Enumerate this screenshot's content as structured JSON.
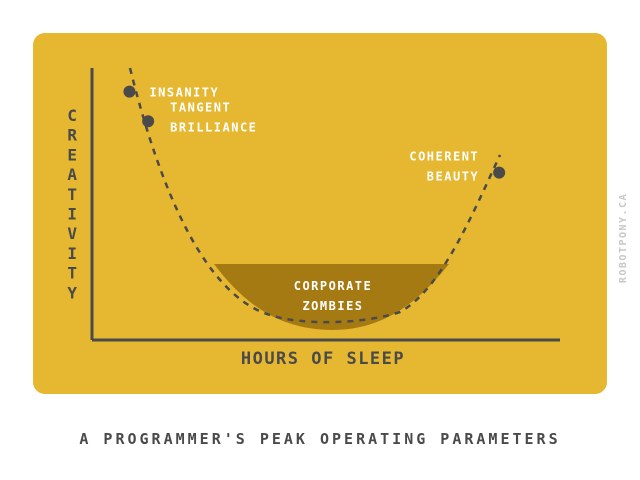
{
  "chart_data": {
    "type": "line",
    "ylabel": "CREATIVITY",
    "xlabel": "HOURS OF SLEEP",
    "title": "A PROGRAMMER'S PEAK OPERATING PARAMETERS",
    "line_style": "dashed",
    "points": [
      {
        "label": "INSANITY",
        "x": 0.08,
        "y": 0.92
      },
      {
        "label": "TANGENT BRILLIANCE",
        "x": 0.12,
        "y": 0.81
      },
      {
        "label": "COHERENT BEAUTY",
        "x": 0.87,
        "y": 0.62
      }
    ],
    "region": {
      "label": "CORPORATE ZOMBIES",
      "y_max": 0.27
    },
    "grid": false
  },
  "credit": "ROBOTPONY.CA",
  "colors": {
    "panel": "#e6b730",
    "zone": "#a67a12",
    "ink": "#4a4a4a",
    "label": "#ffffff",
    "credit": "#c8c8c8"
  }
}
